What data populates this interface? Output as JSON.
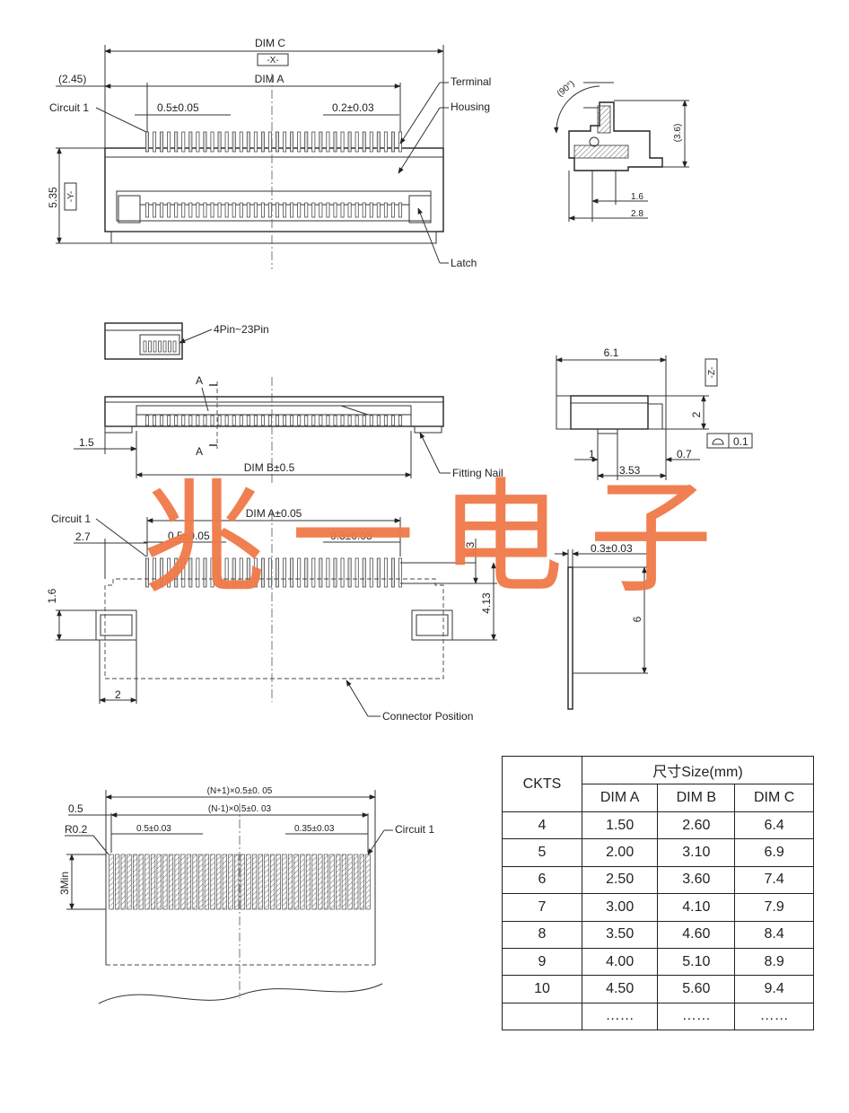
{
  "view_top": {
    "dim_c": "DIM C",
    "x_datum": "-X-",
    "offset_245": "(2.45)",
    "dim_a": "DIM A",
    "circuit1": "Circuit 1",
    "pitch_05": "0.5±0.05",
    "pitch_02": "0.2±0.03",
    "terminal": "Terminal",
    "housing": "Housing",
    "height_535": "5.35",
    "y_datum": "-Y-",
    "latch": "Latch"
  },
  "view_side_top": {
    "angle": "(90°)",
    "h36": "(3.6)",
    "d16": "1.6",
    "d28": "2.8"
  },
  "view_front": {
    "pins_label": "4Pin~23Pin",
    "section_a": "A",
    "d15": "1.5",
    "dim_b": "DIM B±0.5",
    "fitting_nail": "Fitting Nail"
  },
  "view_side_mid": {
    "d61": "6.1",
    "z_datum": "-Z-",
    "d2": "2",
    "flatness_value": "0.1",
    "d1": "1",
    "d07": "0.7",
    "d353": "3.53"
  },
  "view_pcb": {
    "circuit1": "Circuit 1",
    "dim_a": "DIM A±0.05",
    "d27": "2.7",
    "pitch_05": "0.5±0.05",
    "pitch_03": "0.3±0.03",
    "d13": "1.3",
    "d413": "4.13",
    "d16": "1.6",
    "d2": "2",
    "connector_position": "Connector Position"
  },
  "view_fpc_side": {
    "t03": "0.3±0.03",
    "d6": "6"
  },
  "view_fpc": {
    "n_plus": "(N+1)×0.5±0. 05",
    "n_minus": "(N-1)×0.5±0. 03",
    "d05": "0.5",
    "r02": "R0.2",
    "pitch_05": "0.5±0.03",
    "pitch_035": "0.35±0.03",
    "circuit1": "Circuit 1",
    "min3": "3Min"
  },
  "watermark": "兆一电子",
  "table": {
    "col_ckts": "CKTS",
    "size_header": "尺寸Size(mm)",
    "col_a": "DIM A",
    "col_b": "DIM B",
    "col_c": "DIM C",
    "rows": [
      [
        "4",
        "1.50",
        "2.60",
        "6.4"
      ],
      [
        "5",
        "2.00",
        "3.10",
        "6.9"
      ],
      [
        "6",
        "2.50",
        "3.60",
        "7.4"
      ],
      [
        "7",
        "3.00",
        "4.10",
        "7.9"
      ],
      [
        "8",
        "3.50",
        "4.60",
        "8.4"
      ],
      [
        "9",
        "4.00",
        "5.10",
        "8.9"
      ],
      [
        "10",
        "4.50",
        "5.60",
        "9.4"
      ],
      [
        "",
        "……",
        "……",
        "……"
      ]
    ]
  },
  "colors": {
    "watermark": "#f07a48",
    "line": "#333333"
  }
}
